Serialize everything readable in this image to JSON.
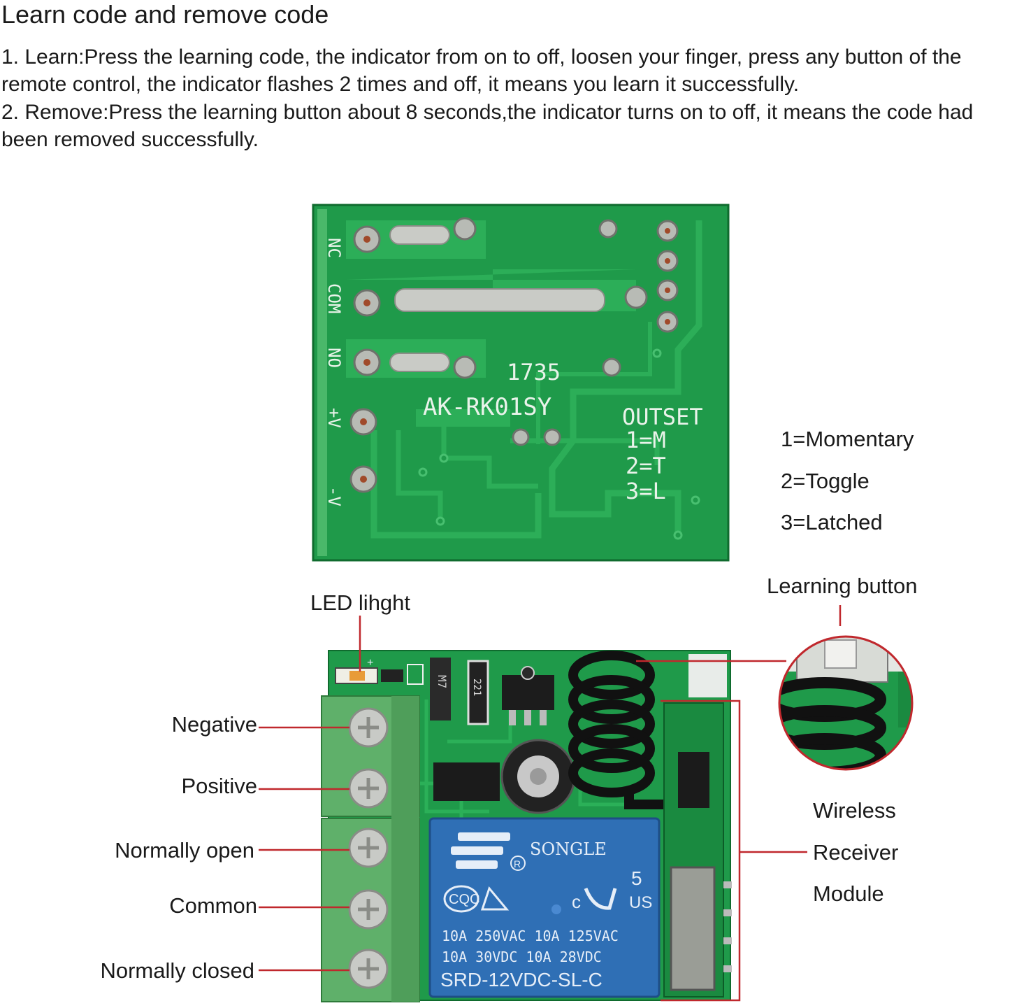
{
  "title": "Learn code and remove code",
  "steps": {
    "learn": "1. Learn:Press the learning code, the indicator from on to off, loosen your finger, press any button of the remote control, the indicator flashes 2 times and off, it means you learn it successfully.",
    "remove": "2. Remove:Press the learning button about 8 seconds,the indicator turns on to off, it means the code had been removed successfully."
  },
  "back_board": {
    "terminal_labels": [
      "NC",
      "COM",
      "NO",
      "+V",
      "-V"
    ],
    "serial": "1735",
    "model": "AK-RK01SY",
    "outset_title": "OUTSET",
    "outset_codes": [
      "1=M",
      "2=T",
      "3=L"
    ]
  },
  "outset_legend": [
    "1=Momentary",
    "2=Toggle",
    "3=Latched"
  ],
  "front_labels": {
    "led": "LED lihght",
    "learning_button": "Learning button",
    "negative": "Negative",
    "positive": "Positive",
    "normally_open": "Normally open",
    "common": "Common",
    "normally_closed": "Normally closed",
    "module_lines": [
      "Wireless",
      "Receiver",
      "Module"
    ]
  },
  "relay": {
    "brand": "SONGLE",
    "cqc": "CQC",
    "ul_mark": "c",
    "us_mark": "US",
    "number": "5",
    "rating1": "10A  250VAC   10A  125VAC",
    "rating2": "10A   30VDC   10A   28VDC",
    "part": "SRD-12VDC-SL-C"
  },
  "pcb_marks": {
    "resistor": "221",
    "diode": "M7"
  },
  "colors": {
    "pcb": "#1f9a4a",
    "pcb_dark": "#127a37",
    "trace": "#2fb45a",
    "terminal_block": "#5fb06a",
    "relay": "#2f6fb5",
    "callout_line": "#c0282d"
  }
}
